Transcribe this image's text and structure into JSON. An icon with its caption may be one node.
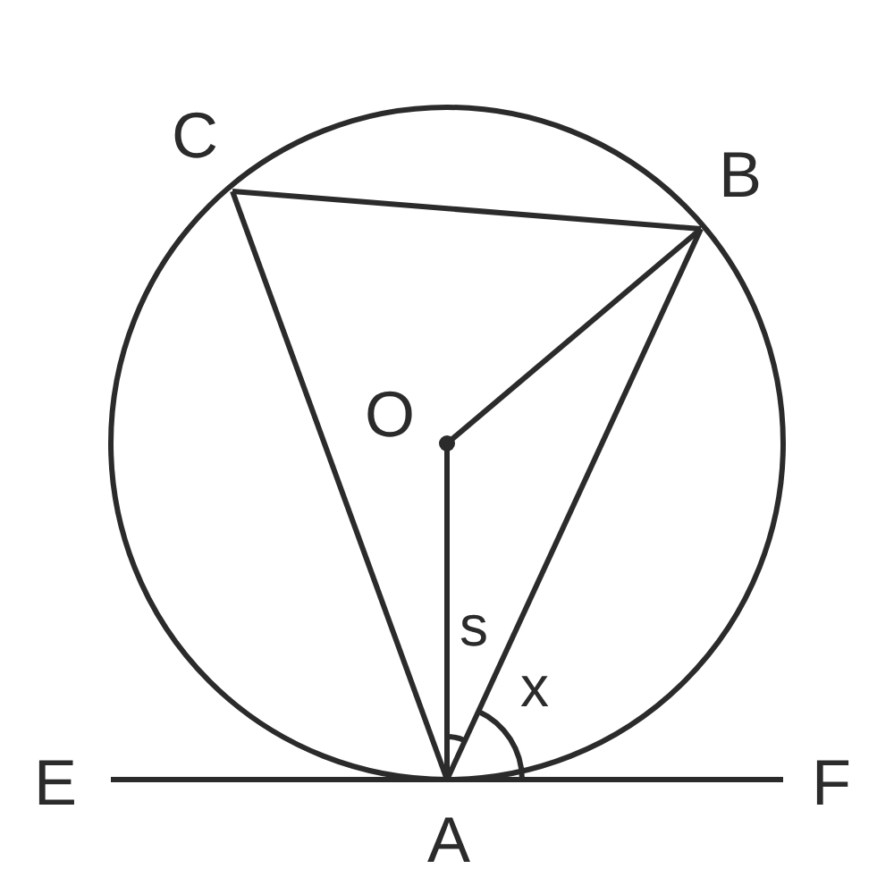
{
  "diagram": {
    "nodes": [
      {
        "text": [
          "C"
        ]
      },
      {
        "text": [
          "B"
        ]
      },
      {
        "text": [
          "O"
        ]
      },
      {
        "text": [
          "A"
        ]
      },
      {
        "text": [
          "E"
        ]
      },
      {
        "text": [
          "F"
        ]
      }
    ],
    "edges": [
      {
        "from": 0,
        "to": 1,
        "arrow": "none"
      },
      {
        "from": 0,
        "to": 3,
        "arrow": "none"
      },
      {
        "from": 1,
        "to": 3,
        "arrow": "none"
      },
      {
        "from": 2,
        "to": 1,
        "arrow": "none"
      },
      {
        "from": 2,
        "to": 3,
        "arrow": "none"
      },
      {
        "from": 4,
        "to": 3,
        "arrow": "none"
      },
      {
        "from": 3,
        "to": 5,
        "arrow": "none"
      }
    ],
    "labels": [
      "s",
      "x"
    ]
  }
}
